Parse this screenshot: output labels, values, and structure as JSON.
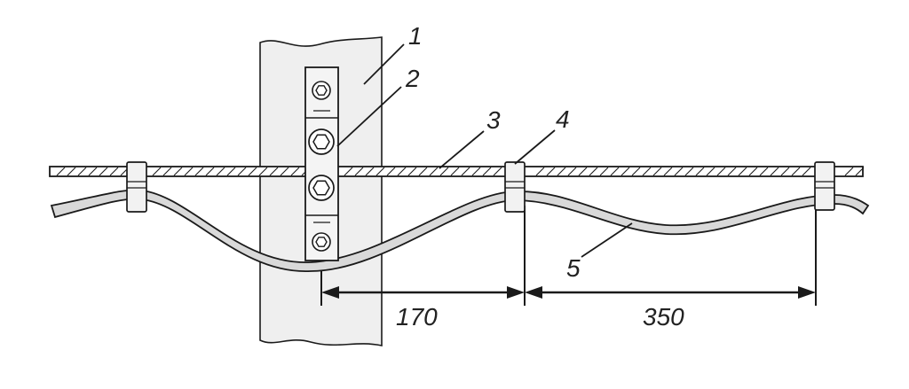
{
  "diagram": {
    "callouts": [
      {
        "id": "1",
        "text": "1"
      },
      {
        "id": "2",
        "text": "2"
      },
      {
        "id": "3",
        "text": "3"
      },
      {
        "id": "4",
        "text": "4"
      },
      {
        "id": "5",
        "text": "5"
      }
    ],
    "dimensions": [
      {
        "id": "d170",
        "text": "170"
      },
      {
        "id": "d350",
        "text": "350"
      }
    ],
    "colors": {
      "line": "#1a1a1a",
      "post_fill": "#efefef",
      "cable_fill": "#d9d9d9",
      "plate_fill": "#f4f4f4",
      "clip_fill": "#f2f2f2"
    }
  }
}
